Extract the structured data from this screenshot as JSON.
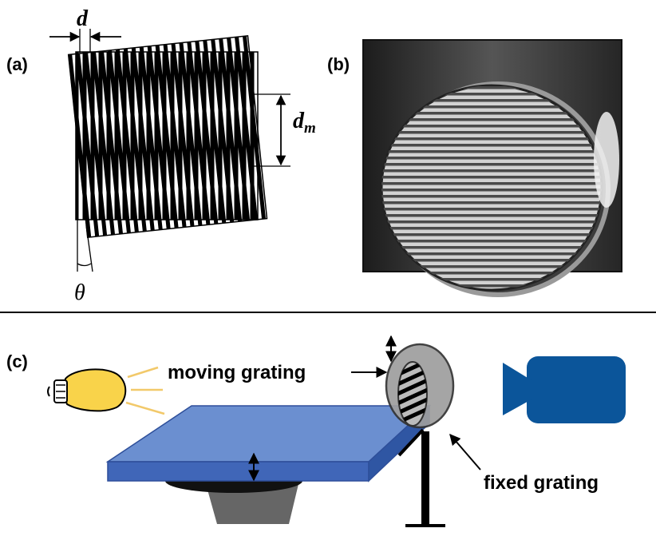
{
  "panels": {
    "a": {
      "label": "(a)",
      "spacing_symbol": "d",
      "moire_symbol_main": "d",
      "moire_symbol_sub": "m",
      "angle_symbol": "θ",
      "line_count": 23
    },
    "b": {
      "label": "(b)"
    },
    "c": {
      "label": "(c)",
      "moving_label": "moving grating",
      "fixed_label": "fixed grating"
    }
  },
  "colors": {
    "line": "#000000",
    "bulb": "#f9d34a",
    "bulb_rays": "#f2c96a",
    "slab_top": "#6b8fd0",
    "slab_side": "#4066b8",
    "camera": "#0b559a",
    "grating_lens": "#9e9e9e",
    "pedestal": "#666666",
    "photo_bg": "#2e2e2e",
    "photo_disk": "#cfcfcf"
  },
  "icons": {
    "bulb": "light-bulb-icon",
    "camera": "video-camera-icon"
  }
}
